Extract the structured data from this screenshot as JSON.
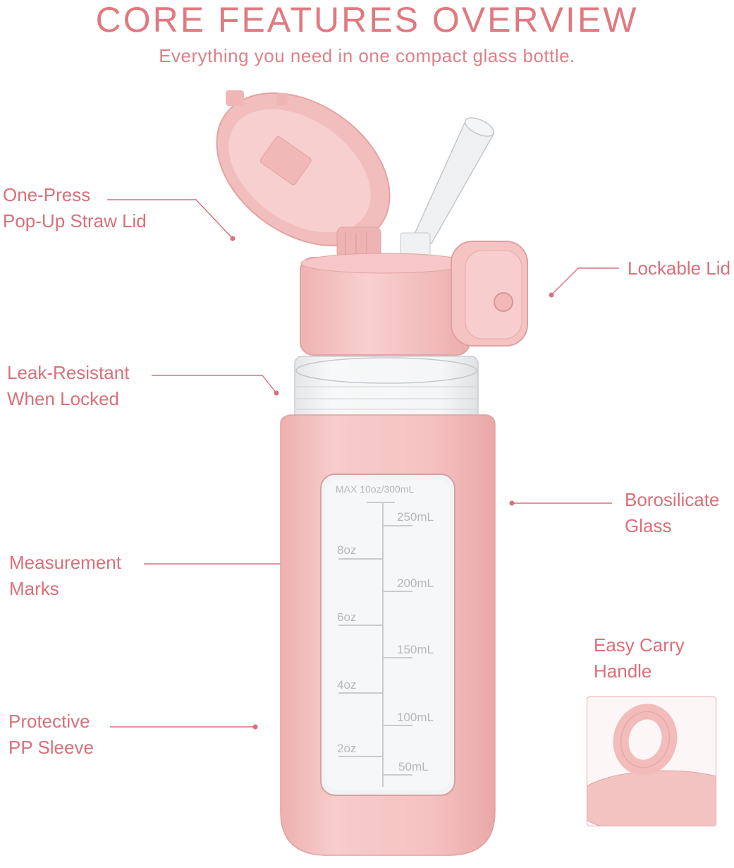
{
  "header": {
    "title": "CORE FEATURES OVERVIEW",
    "subtitle": "Everything you need in one compact glass bottle."
  },
  "callouts": {
    "straw_lid": [
      "One-Press",
      "Pop-Up Straw Lid"
    ],
    "lockable_lid": "Lockable Lid",
    "leak_resistant": [
      "Leak-Resistant",
      "When Locked"
    ],
    "borosilicate": [
      "Borosilicate",
      "Glass"
    ],
    "measurement": [
      "Measurement",
      "Marks"
    ],
    "easy_carry": [
      "Easy Carry",
      "Handle"
    ],
    "sleeve": [
      "Protective",
      "PP Sleeve"
    ]
  },
  "bottle": {
    "max_label": "MAX 10oz/300mL",
    "ml_marks": [
      "250mL",
      "200mL",
      "150mL",
      "100mL",
      "50mL"
    ],
    "oz_marks": [
      "8oz",
      "6oz",
      "4oz",
      "2oz"
    ]
  },
  "colors": {
    "accent": "#d9707a",
    "title": "#e07a80",
    "bottle_pink": "#f4c0c0"
  }
}
